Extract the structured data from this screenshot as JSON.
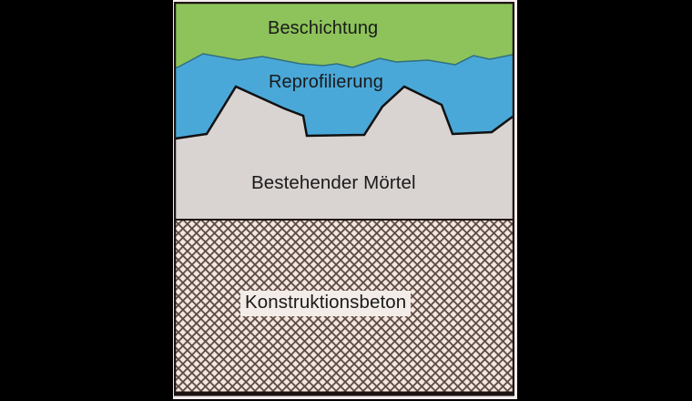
{
  "diagram": {
    "type": "layer-cross-section",
    "layers": [
      {
        "id": "coating",
        "label": "Beschichtung",
        "color": "#8dc35a",
        "position": "top"
      },
      {
        "id": "reprofiling",
        "label": "Reprofilierung",
        "color": "#4aa8d8",
        "position": "second"
      },
      {
        "id": "existing-mortar",
        "label": "Bestehender Mörtel",
        "color": "#d9d3d1",
        "position": "third"
      },
      {
        "id": "structural-concrete",
        "label": "Konstruktionsbeton",
        "color": "#f5e6e0",
        "hatch_color": "#5a4a42",
        "pattern": "cross-hatch",
        "position": "bottom"
      }
    ],
    "frame_color": "#1c1412",
    "background_color": "#000000"
  }
}
